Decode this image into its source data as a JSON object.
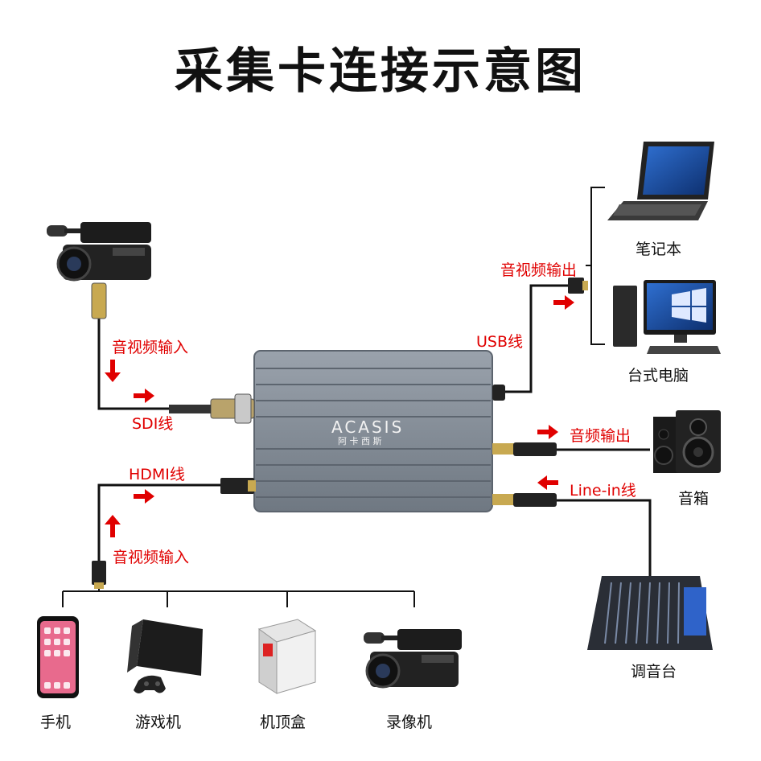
{
  "title": "采集卡连接示意图",
  "device": {
    "brand": "ACASIS",
    "brand_cn": "阿 卡 西 斯"
  },
  "labels": {
    "av_input_sdi": "音视频输入",
    "sdi_cable": "SDI线",
    "hdmi_cable": "HDMI线",
    "av_input_hdmi": "音视频输入",
    "usb_cable": "USB线",
    "av_output": "音视频输出",
    "audio_output": "音频输出",
    "line_in": "Line-in线"
  },
  "devices": {
    "laptop": "笔记本",
    "desktop": "台式电脑",
    "speaker": "音箱",
    "mixer": "调音台",
    "phone": "手机",
    "console": "游戏机",
    "settop": "机顶盒",
    "camcorder": "录像机"
  },
  "colors": {
    "arrow": "#e00000",
    "label_red": "#e00000",
    "device_body": "#8a929c",
    "cable": "#111111"
  }
}
